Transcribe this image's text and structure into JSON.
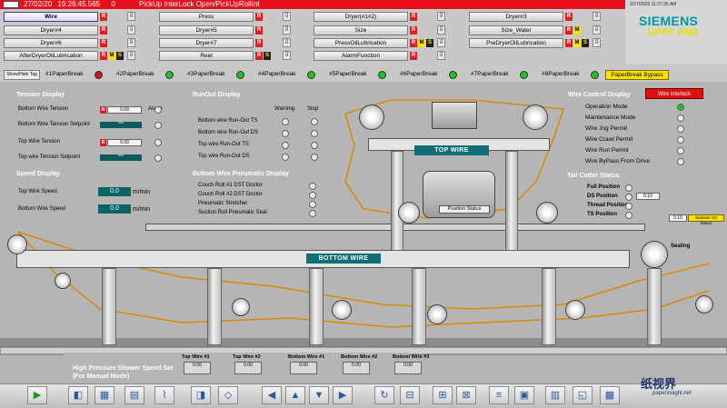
{
  "alarm": {
    "date": "27/02/20",
    "time": "19:26:45.565",
    "code": "0",
    "message": "PickUp InterLock Open/PickUpRollInt"
  },
  "header": {
    "rows": [
      [
        "Wire",
        "Press",
        "Dryer(#1#2)",
        "Dryer#3"
      ],
      [
        "Dryer#4",
        "Dryer#5",
        "Size",
        "Size_Water"
      ],
      [
        "Dryer#6",
        "Dryer#7",
        "PressOilLubrication",
        "PreDryerOilLubrication"
      ],
      [
        "AfterDryerOilLubrication",
        "Reel",
        "AlarmFunction",
        ""
      ]
    ],
    "tag_r": "R",
    "tag_m": "M",
    "tag_s": "S",
    "arrow": "⇩"
  },
  "brand": {
    "datetime": "2/27/2020 11:27:35 AM",
    "logo": "SIEMENS",
    "subtitle": "UPPC PM3"
  },
  "breaks": {
    "showhide_label": "Show/Hide Tag",
    "items": [
      {
        "label": "#1PaperBreak",
        "color": "#e01010"
      },
      {
        "label": "#2PaperBreak",
        "color": "#20c020"
      },
      {
        "label": "#3PaperBreak",
        "color": "#20c020"
      },
      {
        "label": "#4PaperBreak",
        "color": "#20c020"
      },
      {
        "label": "#5PaperBreak",
        "color": "#20c020"
      },
      {
        "label": "#6PaperBreak",
        "color": "#20c020"
      },
      {
        "label": "#7PaperBreak",
        "color": "#20c020"
      },
      {
        "label": "#8PaperBreak",
        "color": "#20c020"
      }
    ],
    "bypass_label": "PaperBreak Bypass"
  },
  "tension": {
    "title": "Tension Display",
    "alarm_label": "Alarm",
    "rows": [
      "Bottom Wire Tension",
      "Bottom Wire Tension Setpoint",
      "Top Wire Tension",
      "Top wire Tension Setpoint"
    ],
    "value": "***"
  },
  "speed": {
    "title": "Speed Display",
    "rows": [
      "Top Wire Speed",
      "Bottom Wire Speed"
    ],
    "values": [
      "0.0",
      "0.0"
    ],
    "unit": "m/min"
  },
  "runout": {
    "title": "RunOut Display",
    "warning_label": "Warning",
    "stop_label": "Stop",
    "rows": [
      "Bottom wire Run-Out TS",
      "Bottom wire Run-Out DS",
      "Top wire Run-Out TS",
      "Top wire Run-Out DS"
    ]
  },
  "pneumatic": {
    "title": "Bottom Wire Pneumatic Display",
    "rows": [
      "Couch Roll #1 DST Doctor",
      "Couch Roll #2 DST Doctor",
      "Pneumatic Stretcher",
      "Suction Roll Pneumatic Seal"
    ]
  },
  "wire_control": {
    "title": "Wire Control Display",
    "interlock_label": "Wire interlock",
    "rows": [
      "Operation Mode",
      "Maintenance Mode",
      "Wire Jog Permit",
      "Wire Crawl Permit",
      "Wire Run Permit",
      "Wire ByPass From Drive"
    ]
  },
  "tail_cutter": {
    "title": "Tail Cutter Status",
    "rows": [
      "Full Position",
      "DS Position",
      "Thread Position",
      "TS Position"
    ],
    "value": "0.10",
    "signal_label": "Seduser Ori Status",
    "sealing_label": "Sealing"
  },
  "machine": {
    "top_wire_label": "TOP WIRE",
    "bottom_wire_label": "BOTTOM WIRE",
    "position_label": "Position Status"
  },
  "shower": {
    "title_line1": "High Pressure Shower Speed Set",
    "title_line2": "(For Manual Mode)",
    "columns": [
      "Top Wire #1",
      "Top Wire #2",
      "Bottom Wire #1",
      "Bottom Wire #2",
      "Bottom Wire #3"
    ],
    "value": "0.00"
  },
  "toolbar": {
    "icons": [
      "▶",
      "◧",
      "▦",
      "▤",
      "⌇",
      "◨",
      "◇",
      "◀",
      "▲",
      "▼",
      "▶",
      "↻",
      "⊟",
      "⊞",
      "⊠",
      "≡",
      "▣",
      "▥",
      "◱",
      "▩"
    ]
  },
  "watermark": {
    "text": "纸视界",
    "url": "paperinsight.net"
  }
}
